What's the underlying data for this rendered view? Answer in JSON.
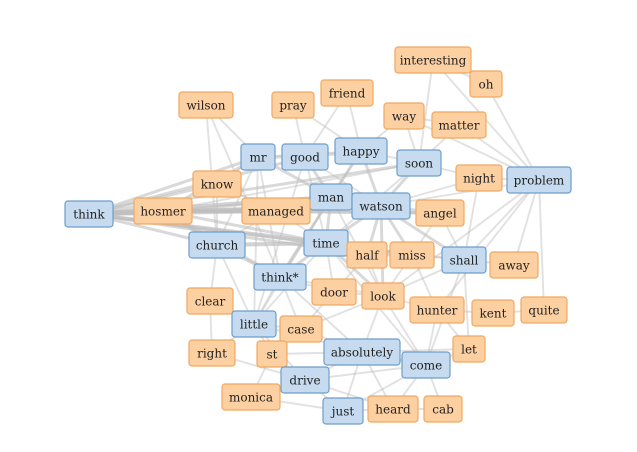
{
  "colors": {
    "blue_fill": "#c6dbef",
    "blue_stroke": "#6d9ec9",
    "orange_fill": "#fdd0a2",
    "orange_stroke": "#f0a860",
    "edge": "#bfbfbf"
  },
  "nodes": [
    {
      "id": "interesting",
      "label": "interesting",
      "group": "orange"
    },
    {
      "id": "oh",
      "label": "oh",
      "group": "orange"
    },
    {
      "id": "wilson",
      "label": "wilson",
      "group": "orange"
    },
    {
      "id": "pray",
      "label": "pray",
      "group": "orange"
    },
    {
      "id": "friend",
      "label": "friend",
      "group": "orange"
    },
    {
      "id": "way",
      "label": "way",
      "group": "orange"
    },
    {
      "id": "matter",
      "label": "matter",
      "group": "orange"
    },
    {
      "id": "mr",
      "label": "mr",
      "group": "blue"
    },
    {
      "id": "good",
      "label": "good",
      "group": "blue"
    },
    {
      "id": "happy",
      "label": "happy",
      "group": "blue"
    },
    {
      "id": "soon",
      "label": "soon",
      "group": "blue"
    },
    {
      "id": "night",
      "label": "night",
      "group": "orange"
    },
    {
      "id": "problem",
      "label": "problem",
      "group": "blue"
    },
    {
      "id": "know",
      "label": "know",
      "group": "orange"
    },
    {
      "id": "man",
      "label": "man",
      "group": "blue"
    },
    {
      "id": "watson",
      "label": "watson",
      "group": "blue"
    },
    {
      "id": "think",
      "label": "think",
      "group": "blue"
    },
    {
      "id": "hosmer",
      "label": "hosmer",
      "group": "orange"
    },
    {
      "id": "managed",
      "label": "managed",
      "group": "orange"
    },
    {
      "id": "angel",
      "label": "angel",
      "group": "orange"
    },
    {
      "id": "church",
      "label": "church",
      "group": "blue"
    },
    {
      "id": "time",
      "label": "time",
      "group": "blue"
    },
    {
      "id": "half",
      "label": "half",
      "group": "orange"
    },
    {
      "id": "miss",
      "label": "miss",
      "group": "orange"
    },
    {
      "id": "shall",
      "label": "shall",
      "group": "blue"
    },
    {
      "id": "away",
      "label": "away",
      "group": "orange"
    },
    {
      "id": "thinkstar",
      "label": "think*",
      "group": "blue"
    },
    {
      "id": "door",
      "label": "door",
      "group": "orange"
    },
    {
      "id": "look",
      "label": "look",
      "group": "orange"
    },
    {
      "id": "clear",
      "label": "clear",
      "group": "orange"
    },
    {
      "id": "hunter",
      "label": "hunter",
      "group": "orange"
    },
    {
      "id": "kent",
      "label": "kent",
      "group": "orange"
    },
    {
      "id": "quite",
      "label": "quite",
      "group": "orange"
    },
    {
      "id": "little",
      "label": "little",
      "group": "blue"
    },
    {
      "id": "case",
      "label": "case",
      "group": "orange"
    },
    {
      "id": "right",
      "label": "right",
      "group": "orange"
    },
    {
      "id": "st",
      "label": "st",
      "group": "orange"
    },
    {
      "id": "absolutely",
      "label": "absolutely",
      "group": "blue"
    },
    {
      "id": "let",
      "label": "let",
      "group": "orange"
    },
    {
      "id": "come",
      "label": "come",
      "group": "blue"
    },
    {
      "id": "drive",
      "label": "drive",
      "group": "blue"
    },
    {
      "id": "monica",
      "label": "monica",
      "group": "orange"
    },
    {
      "id": "just",
      "label": "just",
      "group": "blue"
    },
    {
      "id": "heard",
      "label": "heard",
      "group": "orange"
    },
    {
      "id": "cab",
      "label": "cab",
      "group": "orange"
    }
  ],
  "edges": [
    {
      "source": "think",
      "target": "hosmer",
      "weight": 4
    },
    {
      "source": "think",
      "target": "managed",
      "weight": 3
    },
    {
      "source": "think",
      "target": "man",
      "weight": 3
    },
    {
      "source": "think",
      "target": "mr",
      "weight": 2
    },
    {
      "source": "think",
      "target": "good",
      "weight": 2
    },
    {
      "source": "think",
      "target": "watson",
      "weight": 3
    },
    {
      "source": "think",
      "target": "time",
      "weight": 3
    },
    {
      "source": "think",
      "target": "church",
      "weight": 2
    },
    {
      "source": "think",
      "target": "know",
      "weight": 2
    },
    {
      "source": "think",
      "target": "soon",
      "weight": 2
    },
    {
      "source": "think",
      "target": "half",
      "weight": 2
    },
    {
      "source": "think",
      "target": "miss",
      "weight": 2
    },
    {
      "source": "hosmer",
      "target": "managed",
      "weight": 3
    },
    {
      "source": "hosmer",
      "target": "watson",
      "weight": 3
    },
    {
      "source": "hosmer",
      "target": "man",
      "weight": 2
    },
    {
      "source": "hosmer",
      "target": "mr",
      "weight": 2
    },
    {
      "source": "hosmer",
      "target": "time",
      "weight": 2
    },
    {
      "source": "hosmer",
      "target": "angel",
      "weight": 2
    },
    {
      "source": "hosmer",
      "target": "church",
      "weight": 2
    },
    {
      "source": "hosmer",
      "target": "thinkstar",
      "weight": 2
    },
    {
      "source": "managed",
      "target": "watson",
      "weight": 2
    },
    {
      "source": "managed",
      "target": "angel",
      "weight": 2
    },
    {
      "source": "managed",
      "target": "man",
      "weight": 2
    },
    {
      "source": "managed",
      "target": "time",
      "weight": 1
    },
    {
      "source": "man",
      "target": "watson",
      "weight": 3
    },
    {
      "source": "man",
      "target": "mr",
      "weight": 2
    },
    {
      "source": "man",
      "target": "good",
      "weight": 2
    },
    {
      "source": "man",
      "target": "happy",
      "weight": 2
    },
    {
      "source": "man",
      "target": "time",
      "weight": 2
    },
    {
      "source": "man",
      "target": "thinkstar",
      "weight": 2
    },
    {
      "source": "man",
      "target": "little",
      "weight": 1
    },
    {
      "source": "man",
      "target": "look",
      "weight": 1
    },
    {
      "source": "watson",
      "target": "time",
      "weight": 2
    },
    {
      "source": "watson",
      "target": "soon",
      "weight": 2
    },
    {
      "source": "watson",
      "target": "angel",
      "weight": 2
    },
    {
      "source": "watson",
      "target": "shall",
      "weight": 2
    },
    {
      "source": "watson",
      "target": "look",
      "weight": 2
    },
    {
      "source": "watson",
      "target": "half",
      "weight": 2
    },
    {
      "source": "watson",
      "target": "miss",
      "weight": 2
    },
    {
      "source": "watson",
      "target": "happy",
      "weight": 2
    },
    {
      "source": "watson",
      "target": "good",
      "weight": 1
    },
    {
      "source": "watson",
      "target": "night",
      "weight": 1
    },
    {
      "source": "watson",
      "target": "problem",
      "weight": 1
    },
    {
      "source": "time",
      "target": "church",
      "weight": 3
    },
    {
      "source": "time",
      "target": "half",
      "weight": 2
    },
    {
      "source": "time",
      "target": "miss",
      "weight": 2
    },
    {
      "source": "time",
      "target": "thinkstar",
      "weight": 2
    },
    {
      "source": "time",
      "target": "look",
      "weight": 2
    },
    {
      "source": "time",
      "target": "shall",
      "weight": 1
    },
    {
      "source": "time",
      "target": "door",
      "weight": 1
    },
    {
      "source": "time",
      "target": "little",
      "weight": 1
    },
    {
      "source": "time",
      "target": "come",
      "weight": 1
    },
    {
      "source": "church",
      "target": "thinkstar",
      "weight": 2
    },
    {
      "source": "church",
      "target": "little",
      "weight": 1
    },
    {
      "source": "church",
      "target": "clear",
      "weight": 1
    },
    {
      "source": "church",
      "target": "mr",
      "weight": 1
    },
    {
      "source": "church",
      "target": "managed",
      "weight": 1
    },
    {
      "source": "mr",
      "target": "good",
      "weight": 2
    },
    {
      "source": "mr",
      "target": "happy",
      "weight": 1
    },
    {
      "source": "mr",
      "target": "wilson",
      "weight": 1
    },
    {
      "source": "mr",
      "target": "thinkstar",
      "weight": 1
    },
    {
      "source": "mr",
      "target": "little",
      "weight": 1
    },
    {
      "source": "mr",
      "target": "know",
      "weight": 1
    },
    {
      "source": "good",
      "target": "happy",
      "weight": 2
    },
    {
      "source": "good",
      "target": "pray",
      "weight": 1
    },
    {
      "source": "good",
      "target": "friend",
      "weight": 1
    },
    {
      "source": "good",
      "target": "time",
      "weight": 1
    },
    {
      "source": "good",
      "target": "little",
      "weight": 1
    },
    {
      "source": "happy",
      "target": "soon",
      "weight": 1
    },
    {
      "source": "happy",
      "target": "friend",
      "weight": 1
    },
    {
      "source": "happy",
      "target": "way",
      "weight": 1
    },
    {
      "source": "happy",
      "target": "thinkstar",
      "weight": 1
    },
    {
      "source": "soon",
      "target": "night",
      "weight": 1
    },
    {
      "source": "soon",
      "target": "matter",
      "weight": 1
    },
    {
      "source": "soon",
      "target": "way",
      "weight": 1
    },
    {
      "source": "soon",
      "target": "hosmer",
      "weight": 1
    },
    {
      "source": "soon",
      "target": "time",
      "weight": 1
    },
    {
      "source": "interesting",
      "target": "oh",
      "weight": 1
    },
    {
      "source": "interesting",
      "target": "problem",
      "weight": 1
    },
    {
      "source": "interesting",
      "target": "soon",
      "weight": 1
    },
    {
      "source": "oh",
      "target": "problem",
      "weight": 1
    },
    {
      "source": "matter",
      "target": "problem",
      "weight": 1
    },
    {
      "source": "way",
      "target": "problem",
      "weight": 1
    },
    {
      "source": "way",
      "target": "matter",
      "weight": 1
    },
    {
      "source": "night",
      "target": "problem",
      "weight": 1
    },
    {
      "source": "problem",
      "target": "shall",
      "weight": 1
    },
    {
      "source": "problem",
      "target": "quite",
      "weight": 1
    },
    {
      "source": "problem",
      "target": "look",
      "weight": 1
    },
    {
      "source": "problem",
      "target": "hunter",
      "weight": 1
    },
    {
      "source": "problem",
      "target": "away",
      "weight": 1
    },
    {
      "source": "shall",
      "target": "away",
      "weight": 1
    },
    {
      "source": "shall",
      "target": "miss",
      "weight": 1
    },
    {
      "source": "shall",
      "target": "look",
      "weight": 1
    },
    {
      "source": "shall",
      "target": "come",
      "weight": 1
    },
    {
      "source": "shall",
      "target": "let",
      "weight": 1
    },
    {
      "source": "shall",
      "target": "night",
      "weight": 1
    },
    {
      "source": "half",
      "target": "miss",
      "weight": 2
    },
    {
      "source": "half",
      "target": "look",
      "weight": 1
    },
    {
      "source": "half",
      "target": "door",
      "weight": 1
    },
    {
      "source": "miss",
      "target": "look",
      "weight": 1
    },
    {
      "source": "miss",
      "target": "hunter",
      "weight": 1
    },
    {
      "source": "miss",
      "target": "angel",
      "weight": 1
    },
    {
      "source": "thinkstar",
      "target": "door",
      "weight": 1
    },
    {
      "source": "thinkstar",
      "target": "little",
      "weight": 1
    },
    {
      "source": "thinkstar",
      "target": "case",
      "weight": 1
    },
    {
      "source": "thinkstar",
      "target": "look",
      "weight": 1
    },
    {
      "source": "thinkstar",
      "target": "absolutely",
      "weight": 1
    },
    {
      "source": "door",
      "target": "look",
      "weight": 1
    },
    {
      "source": "door",
      "target": "case",
      "weight": 1
    },
    {
      "source": "look",
      "target": "hunter",
      "weight": 1
    },
    {
      "source": "look",
      "target": "absolutely",
      "weight": 1
    },
    {
      "source": "look",
      "target": "come",
      "weight": 1
    },
    {
      "source": "look",
      "target": "case",
      "weight": 1
    },
    {
      "source": "hunter",
      "target": "kent",
      "weight": 1
    },
    {
      "source": "hunter",
      "target": "come",
      "weight": 1
    },
    {
      "source": "kent",
      "target": "quite",
      "weight": 1
    },
    {
      "source": "little",
      "target": "clear",
      "weight": 1
    },
    {
      "source": "little",
      "target": "case",
      "weight": 1
    },
    {
      "source": "little",
      "target": "right",
      "weight": 1
    },
    {
      "source": "little",
      "target": "drive",
      "weight": 1
    },
    {
      "source": "little",
      "target": "st",
      "weight": 1
    },
    {
      "source": "little",
      "target": "absolutely",
      "weight": 1
    },
    {
      "source": "case",
      "target": "absolutely",
      "weight": 1
    },
    {
      "source": "case",
      "target": "st",
      "weight": 1
    },
    {
      "source": "st",
      "target": "drive",
      "weight": 1
    },
    {
      "source": "st",
      "target": "absolutely",
      "weight": 1
    },
    {
      "source": "absolutely",
      "target": "come",
      "weight": 2
    },
    {
      "source": "absolutely",
      "target": "drive",
      "weight": 1
    },
    {
      "source": "absolutely",
      "target": "let",
      "weight": 1
    },
    {
      "source": "absolutely",
      "target": "just",
      "weight": 1
    },
    {
      "source": "absolutely",
      "target": "heard",
      "weight": 1
    },
    {
      "source": "come",
      "target": "let",
      "weight": 1
    },
    {
      "source": "come",
      "target": "drive",
      "weight": 1
    },
    {
      "source": "come",
      "target": "just",
      "weight": 1
    },
    {
      "source": "come",
      "target": "heard",
      "weight": 1
    },
    {
      "source": "come",
      "target": "cab",
      "weight": 1
    },
    {
      "source": "drive",
      "target": "monica",
      "weight": 1
    },
    {
      "source": "drive",
      "target": "just",
      "weight": 1
    },
    {
      "source": "drive",
      "target": "right",
      "weight": 1
    },
    {
      "source": "drive",
      "target": "heard",
      "weight": 1
    },
    {
      "source": "monica",
      "target": "st",
      "weight": 1
    },
    {
      "source": "monica",
      "target": "just",
      "weight": 1
    },
    {
      "source": "just",
      "target": "heard",
      "weight": 1
    },
    {
      "source": "heard",
      "target": "cab",
      "weight": 1
    },
    {
      "source": "wilson",
      "target": "church",
      "weight": 1
    },
    {
      "source": "wilson",
      "target": "thinkstar",
      "weight": 1
    },
    {
      "source": "know",
      "target": "managed",
      "weight": 1
    },
    {
      "source": "know",
      "target": "church",
      "weight": 1
    },
    {
      "source": "pray",
      "target": "happy",
      "weight": 1
    },
    {
      "source": "clear",
      "target": "right",
      "weight": 1
    },
    {
      "source": "angel",
      "target": "shall",
      "weight": 1
    },
    {
      "source": "let",
      "target": "hunter",
      "weight": 1
    }
  ]
}
